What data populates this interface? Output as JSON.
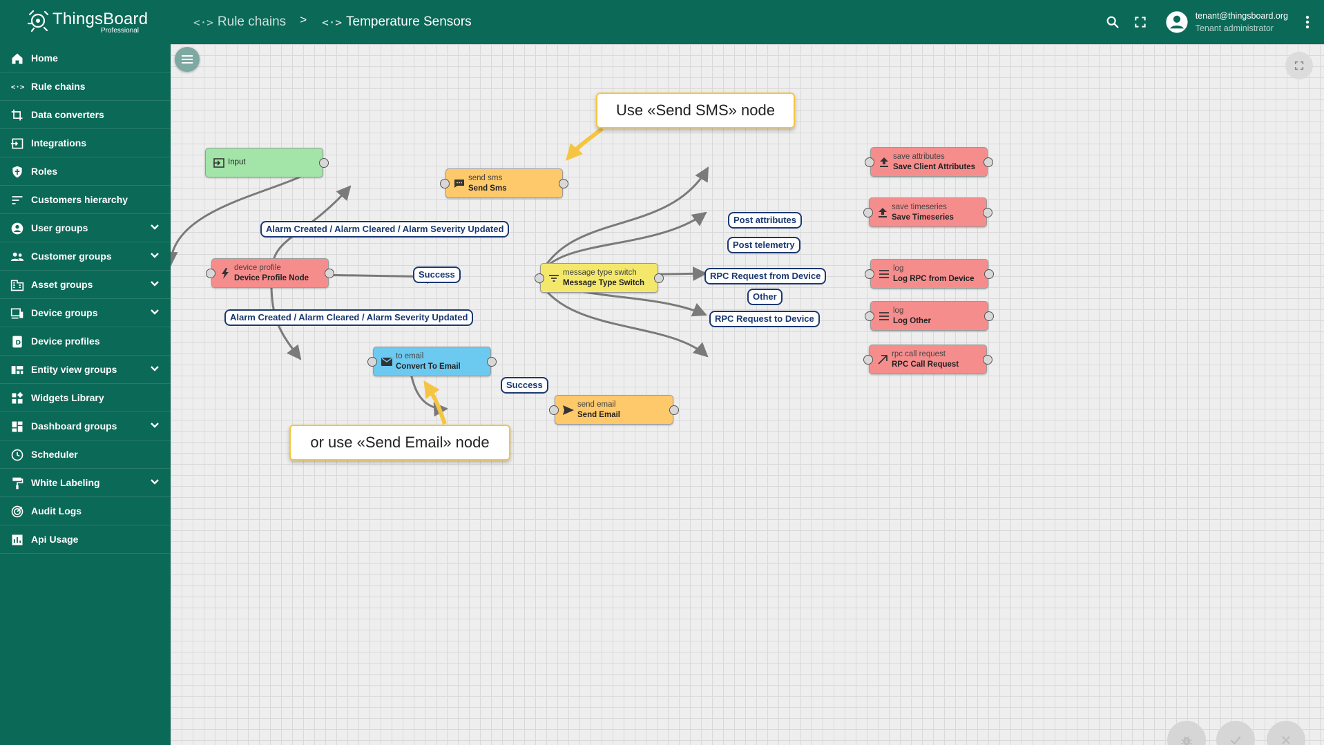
{
  "header": {
    "logo_name": "ThingsBoard",
    "logo_sub": "Professional",
    "breadcrumb": [
      {
        "icon": "<·>",
        "label": "Rule chains"
      },
      {
        "icon": "<·>",
        "label": "Temperature Sensors"
      }
    ],
    "breadcrumb_separator": ">",
    "user_email": "tenant@thingsboard.org",
    "user_role": "Tenant administrator",
    "icons": [
      "search-icon",
      "fullscreen-icon",
      "account-circle-icon",
      "more-vert-icon"
    ]
  },
  "sidebar": {
    "items": [
      {
        "label": "Home",
        "icon": "home-icon",
        "expandable": false
      },
      {
        "label": "Rule chains",
        "icon": "rule-chain-icon",
        "expandable": false
      },
      {
        "label": "Data converters",
        "icon": "transform-icon",
        "expandable": false
      },
      {
        "label": "Integrations",
        "icon": "input-icon",
        "expandable": false
      },
      {
        "label": "Roles",
        "icon": "shield-icon",
        "expandable": false
      },
      {
        "label": "Customers hierarchy",
        "icon": "sort-icon",
        "expandable": false
      },
      {
        "label": "User groups",
        "icon": "account-icon",
        "expandable": true
      },
      {
        "label": "Customer groups",
        "icon": "supervisor-icon",
        "expandable": true
      },
      {
        "label": "Asset groups",
        "icon": "domain-icon",
        "expandable": true
      },
      {
        "label": "Device groups",
        "icon": "devices-icon",
        "expandable": true
      },
      {
        "label": "Device profiles",
        "icon": "device-profile-icon",
        "expandable": false
      },
      {
        "label": "Entity view groups",
        "icon": "view-quilt-icon",
        "expandable": true
      },
      {
        "label": "Widgets Library",
        "icon": "widgets-icon",
        "expandable": false
      },
      {
        "label": "Dashboard groups",
        "icon": "dashboard-icon",
        "expandable": true
      },
      {
        "label": "Scheduler",
        "icon": "schedule-icon",
        "expandable": false
      },
      {
        "label": "White Labeling",
        "icon": "format-paint-icon",
        "expandable": true
      },
      {
        "label": "Audit Logs",
        "icon": "track-changes-icon",
        "expandable": false
      },
      {
        "label": "Api Usage",
        "icon": "insert-chart-icon",
        "expandable": false
      }
    ]
  },
  "nodes": {
    "input": {
      "type": "",
      "name": "Input",
      "color": "#a3e4a8"
    },
    "send_sms": {
      "type": "send sms",
      "name": "Send Sms",
      "color": "#fdc96b"
    },
    "device_profile": {
      "type": "device profile",
      "name": "Device Profile Node",
      "color": "#f68d8d"
    },
    "msg_switch": {
      "type": "message type switch",
      "name": "Message Type Switch",
      "color": "#f4e86c"
    },
    "to_email": {
      "type": "to email",
      "name": "Convert To Email",
      "color": "#6cc9ef"
    },
    "send_email": {
      "type": "send email",
      "name": "Send Email",
      "color": "#fdc96b"
    },
    "save_attr": {
      "type": "save attributes",
      "name": "Save Client Attributes",
      "color": "#f68d8d"
    },
    "save_ts": {
      "type": "save timeseries",
      "name": "Save Timeseries",
      "color": "#f68d8d"
    },
    "log_rpc": {
      "type": "log",
      "name": "Log RPC from Device",
      "color": "#f68d8d"
    },
    "log_other": {
      "type": "log",
      "name": "Log Other",
      "color": "#f68d8d"
    },
    "rpc_call": {
      "type": "rpc call request",
      "name": "RPC Call Request",
      "color": "#f68d8d"
    }
  },
  "links": {
    "alarm_top": "Alarm Created / Alarm Cleared / Alarm Severity Updated",
    "alarm_bottom": "Alarm Created / Alarm Cleared / Alarm Severity Updated",
    "success_1": "Success",
    "success_2": "Success",
    "post_attributes": "Post attributes",
    "post_telemetry": "Post telemetry",
    "rpc_from_device": "RPC Request from Device",
    "other": "Other",
    "rpc_to_device": "RPC Request to Device"
  },
  "callouts": {
    "sms": "Use «Send SMS» node",
    "email": "or use «Send Email» node"
  },
  "colors": {
    "header": "#0b6957",
    "sidebar": "#0b6957",
    "link_label_border": "#1a3870",
    "callout_border": "#f5c542",
    "arrow_callout": "#f5c542"
  }
}
